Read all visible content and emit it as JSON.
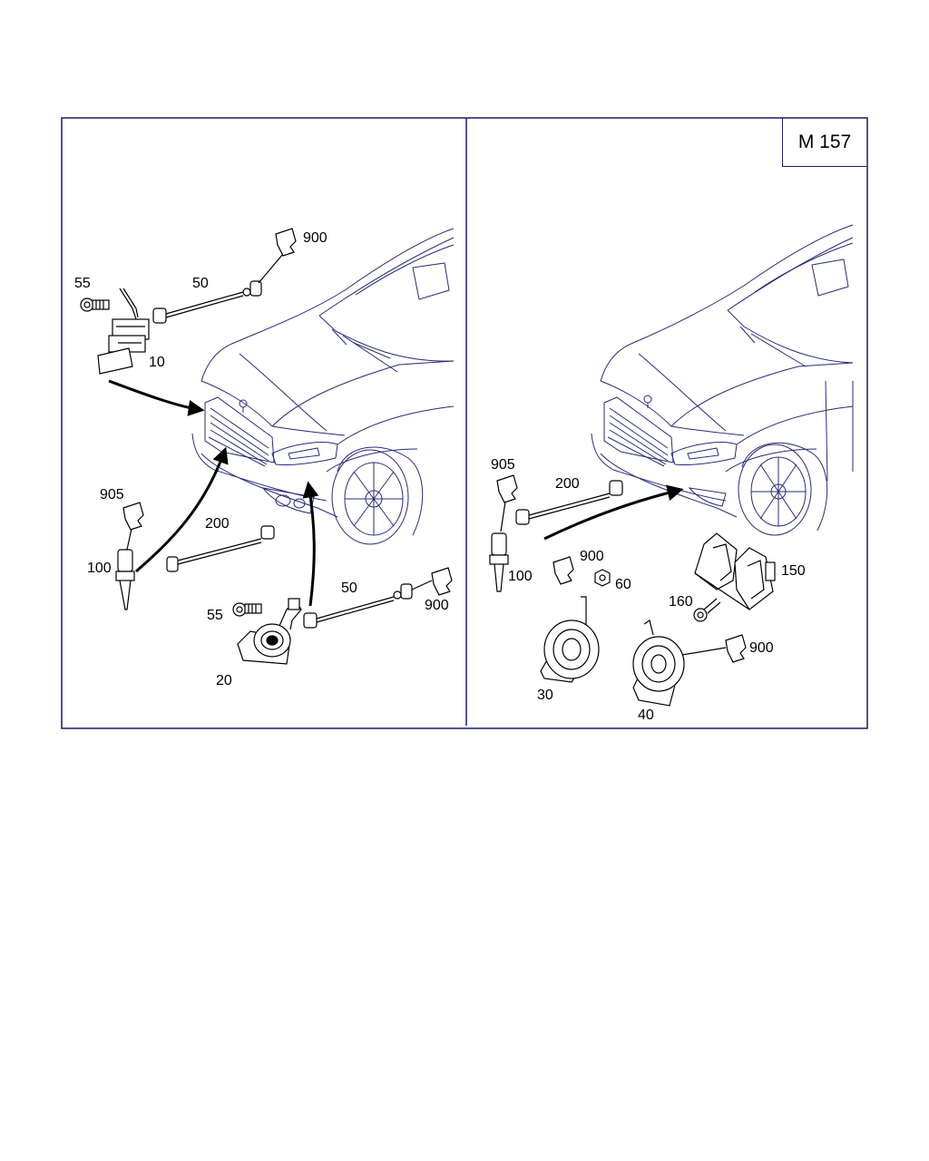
{
  "model_label": "M 157",
  "colors": {
    "frame": "#1a1a6e",
    "lines": "#2a2a7a",
    "parts": "#000000",
    "background": "#ffffff"
  },
  "left_panel": {
    "callouts": {
      "c55_top": "55",
      "c50_top": "50",
      "c900_top": "900",
      "c10": "10",
      "c905": "905",
      "c200": "200",
      "c100": "100",
      "c55_bottom": "55",
      "c50_bottom": "50",
      "c900_bottom": "900",
      "c20": "20"
    }
  },
  "right_panel": {
    "callouts": {
      "c905": "905",
      "c200": "200",
      "c100": "100",
      "c900_mid": "900",
      "c60": "60",
      "c150": "150",
      "c160": "160",
      "c900_right": "900",
      "c30": "30",
      "c40": "40"
    }
  }
}
